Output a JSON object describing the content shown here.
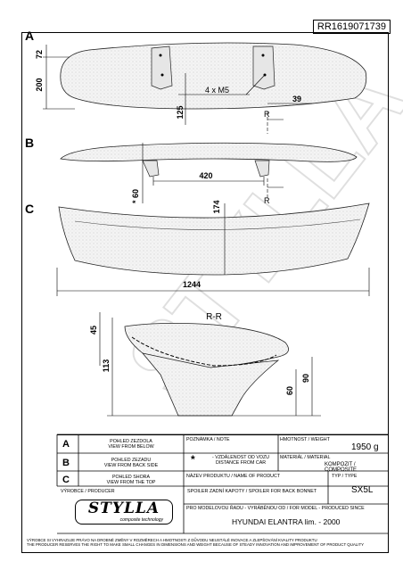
{
  "doc_id": "RR1619071739",
  "views": [
    {
      "letter": "A",
      "cs": "POHLED ZEZDOLA",
      "en": "VIEW FROM BELOW"
    },
    {
      "letter": "B",
      "cs": "POHLED ZEZADU",
      "en": "VIEW FROM BACK SIDE"
    },
    {
      "letter": "C",
      "cs": "POHLED SHORA",
      "en": "VIEW FROM THE TOP"
    }
  ],
  "dims": {
    "a_top": "72",
    "a_height": "200",
    "a_bolt": "125",
    "a_holes": "4 x M5",
    "a_edge": "39",
    "r": "R",
    "b_height": "* 60",
    "b_span": "420",
    "c_depth": "174",
    "c_width": "1244",
    "rr_title": "R-R",
    "rr_top": "45",
    "rr_height": "113",
    "rr_90": "90",
    "rr_60": "60"
  },
  "table": {
    "note_label": "POZNÁMKA / NOTE",
    "weight_label": "HMOTNOST / WEIGHT",
    "weight": "1950 g",
    "star_note_cs": "- VZDÁLENOST OD VOZU",
    "star_note_en": "DISTANCE FROM CAR",
    "material_label": "MATERIÁL / MATERIAL",
    "material": "KOMPOZIT / COMPOSITE",
    "product_label": "NÁZEV PRODUKTU / NAME OF PRODUCT",
    "type_label": "TYP / TYPE",
    "product": "SPOILER ZADNÍ KAPOTY / SPOILER FOR BACK BONNET",
    "type": "SX5L",
    "producer_label": "VÝROBCE / PRODUCER",
    "model_label": "PRO MODELOVOU ŘADU - VYRÁBĚNOU OD / FOR MODEL - PRODUCED SINCE",
    "model": "HYUNDAI  ELANTRA  lim.  -  2000",
    "logo_text": "STYLLA",
    "logo_sub": "composite technology"
  },
  "footer": [
    "VÝROBCE SI VYHRAZUJE PRÁVO NA DROBNÉ ZMĚNY V ROZMĚRECH A HMOTNOSTI Z DŮVODU NEUSTÁLÉ INOVACE A ZLEPŠOVÁNÍ KVALITY PRODUKTU",
    "THE PRODUCER RESERVES THE RIGHT TO MAKE SMALL CHANGES IN DIMENSIONS AND WEIGHT BECAUSE OF STEADY INNOVATION AND IMPROVEMENT OF PRODUCT QUALITY"
  ]
}
